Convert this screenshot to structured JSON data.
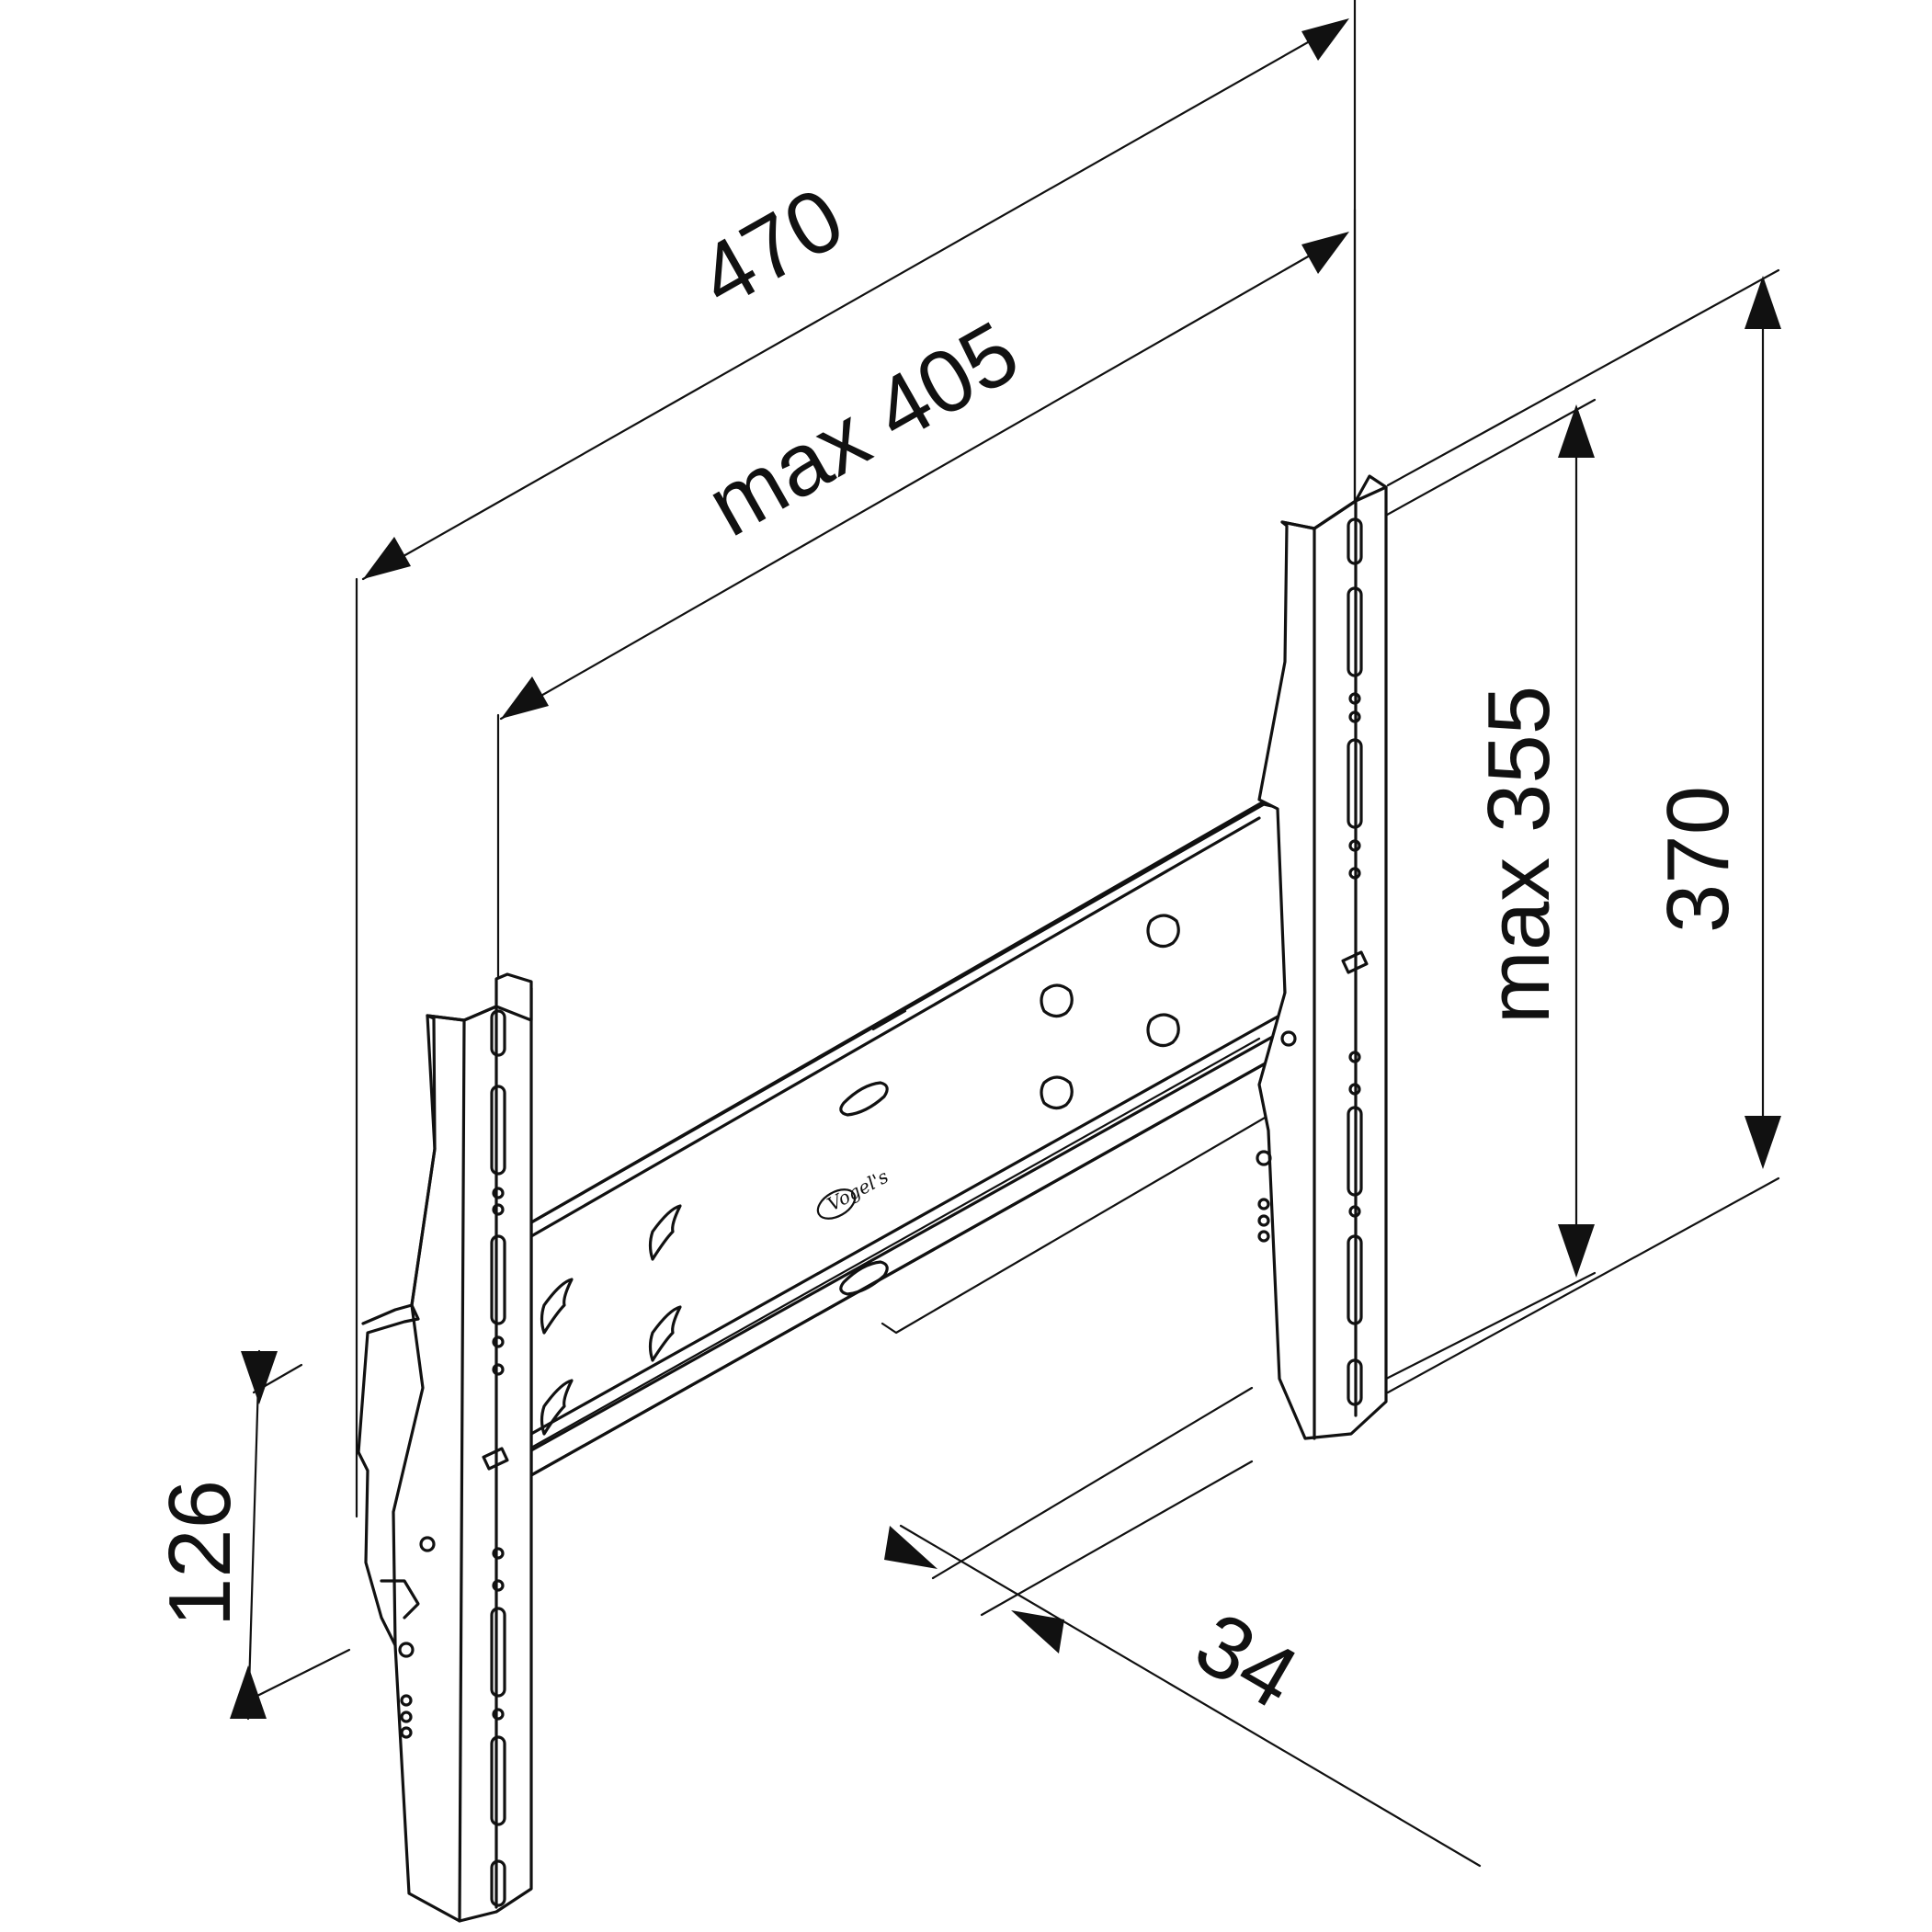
{
  "dimensions": {
    "overall_width": "470",
    "max_hole_width": "max 405",
    "overall_height": "370",
    "max_hole_height": "max 355",
    "rail_height": "126",
    "depth": "34"
  },
  "colors": {
    "line": "#111111",
    "background": "#ffffff"
  },
  "logo_text": "Vogel's"
}
